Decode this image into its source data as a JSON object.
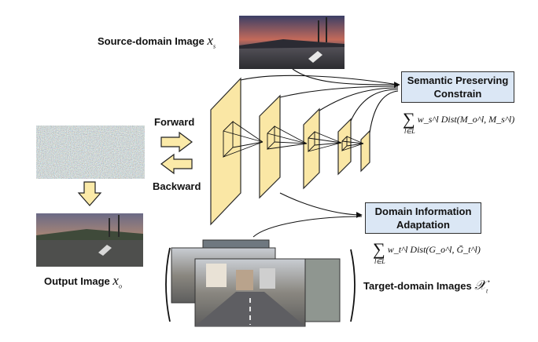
{
  "labels": {
    "source_image": "Source-domain Image",
    "source_var": "x",
    "source_var_sub": "s",
    "forward": "Forward",
    "backward": "Backward",
    "output_image": "Output Image",
    "output_var": "x",
    "output_var_sub": "o",
    "target_images": "Target-domain Images",
    "target_var": "𝒳",
    "target_var_sub": "t"
  },
  "boxes": {
    "semantic_line1": "Semantic Preserving",
    "semantic_line2": "Constrain",
    "domain_line1": "Domain Information",
    "domain_line2": "Adaptation"
  },
  "formulas": {
    "semantic": "w_s^l Dist(M_o^l, M_s^l)",
    "semantic_sum_index": "l∈L",
    "domain": "w_t^l Dist(G_o^l, Ḡ_t^l)",
    "domain_sum_index": "l∈L"
  },
  "colors": {
    "layer_fill": "#fae7a5",
    "layer_stroke": "#2a2a2a",
    "box_fill": "#dbe7f5",
    "arrow_fill": "#fbeaa8"
  },
  "icons": {
    "forward_arrow": "right-arrow-icon",
    "backward_arrow": "left-arrow-icon",
    "down_arrow": "down-arrow-icon"
  }
}
